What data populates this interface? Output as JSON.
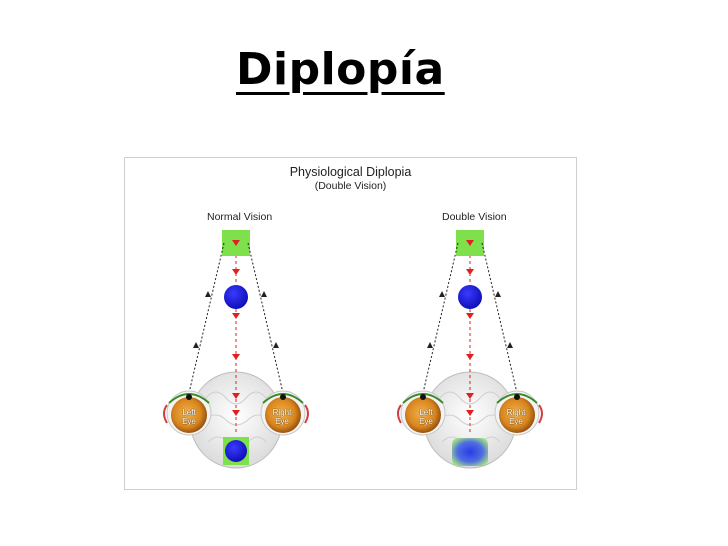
{
  "slide": {
    "title": "Diplopía"
  },
  "figure": {
    "title": "Physiological Diplopia",
    "subtitle": "(Double Vision)",
    "panels": [
      {
        "label": "Normal Vision",
        "left_eye": "Left\nEye",
        "right_eye": "Right\nEye"
      },
      {
        "label": "Double Vision",
        "left_eye": "Left\nEye",
        "right_eye": "Right\nEye"
      }
    ],
    "colors": {
      "target_square": "#7ee04a",
      "sphere": "#1a1ae0",
      "center_line": "#e02020",
      "sight_line": "#222222",
      "iris": "#d9861e"
    }
  }
}
